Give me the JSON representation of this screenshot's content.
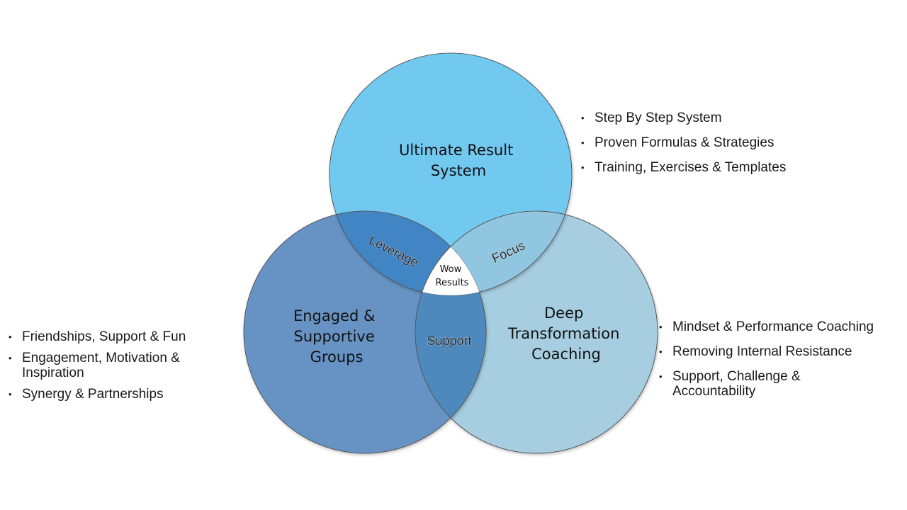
{
  "diagram": {
    "circles": [
      {
        "name": "Ultimate Result System",
        "lines": [
          "Ultimate Result",
          "System"
        ],
        "color": "#72c9f0"
      },
      {
        "name": "Engaged & Supportive Groups",
        "lines": [
          "Engaged &",
          "Supportive",
          "Groups"
        ],
        "color": "#6693c4"
      },
      {
        "name": "Deep Transformation Coaching",
        "lines": [
          "Deep",
          "Transformation",
          "Coaching"
        ],
        "color": "#a6cde0"
      }
    ],
    "overlaps": {
      "top_left": "Leverage",
      "top_right": "Focus",
      "bottom": "Support",
      "center": [
        "Wow",
        "Results"
      ]
    }
  },
  "bullets": {
    "top": [
      "Step By Step System",
      "Proven Formulas & Strategies",
      "Training, Exercises & Templates"
    ],
    "left": [
      "Friendships, Support & Fun",
      "Engagement, Motivation & Inspiration",
      "Synergy & Partnerships"
    ],
    "right": [
      "Mindset & Performance Coaching",
      "Removing Internal Resistance",
      "Support, Challenge & Accountability"
    ]
  }
}
